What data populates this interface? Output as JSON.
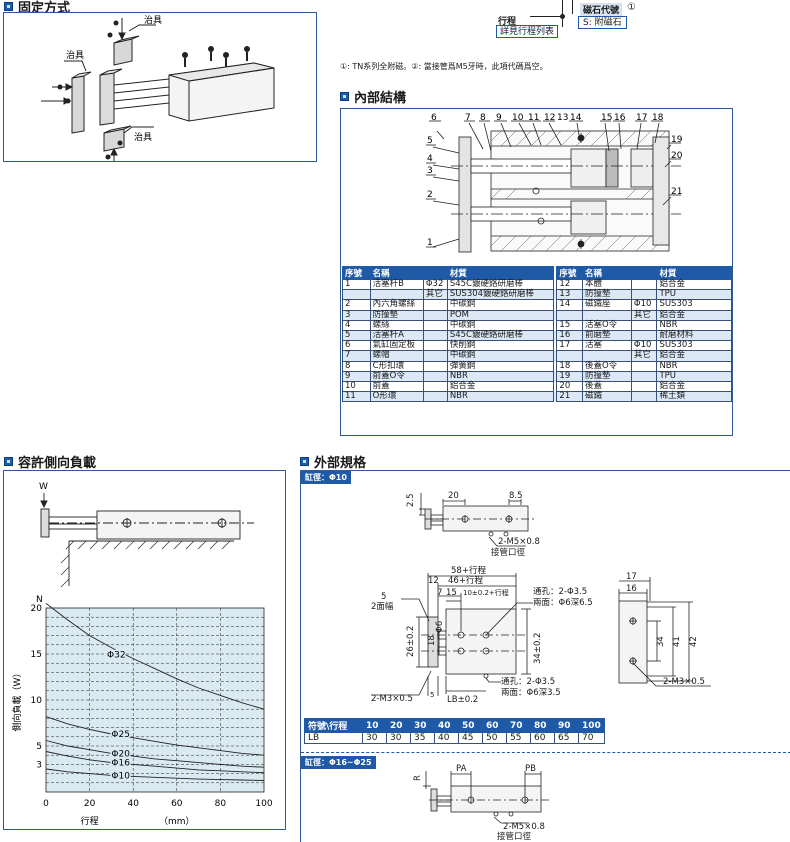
{
  "mounting": {
    "title": "固定方式",
    "jig_label": "治具"
  },
  "code_legend": {
    "stroke_label": "行程",
    "stroke_note": "詳見行程列表",
    "magnet_label": "磁石代號",
    "magnet_marker": "①",
    "magnet_value": "S: 附磁石"
  },
  "footnote": "①: TN系列全附磁。②: 當接管爲M5牙時，此項代碼爲空。",
  "internal": {
    "title": "內部結構",
    "callouts": [
      "1",
      "2",
      "3",
      "4",
      "5",
      "6",
      "7",
      "8",
      "9",
      "10",
      "11",
      "12",
      "13",
      "14",
      "15",
      "16",
      "17",
      "18",
      "19",
      "20",
      "21"
    ],
    "headers": [
      "序號",
      "名稱",
      "材質"
    ],
    "left_rows": [
      {
        "no": "1",
        "name": "活塞杆B",
        "sub": "Φ32",
        "mat": "S45C鍍硬鉻研磨棒"
      },
      {
        "no": "",
        "name": "",
        "sub": "其它",
        "mat": "SUS304鍍硬鉻研磨棒"
      },
      {
        "no": "2",
        "name": "內六角螺絲",
        "sub": "",
        "mat": "中碳鋼"
      },
      {
        "no": "3",
        "name": "防撞墊",
        "sub": "",
        "mat": "POM"
      },
      {
        "no": "4",
        "name": "螺絲",
        "sub": "",
        "mat": "中碳鋼"
      },
      {
        "no": "5",
        "name": "活塞杆A",
        "sub": "",
        "mat": "S45C鍍硬鉻研磨棒"
      },
      {
        "no": "6",
        "name": "氣缸固定板",
        "sub": "",
        "mat": "快削鋼"
      },
      {
        "no": "7",
        "name": "螺帽",
        "sub": "",
        "mat": "中碳鋼"
      },
      {
        "no": "8",
        "name": "C形扣環",
        "sub": "",
        "mat": "彈簧鋼"
      },
      {
        "no": "9",
        "name": "前蓋O令",
        "sub": "",
        "mat": "NBR"
      },
      {
        "no": "10",
        "name": "前蓋",
        "sub": "",
        "mat": "鋁合金"
      },
      {
        "no": "11",
        "name": "O形環",
        "sub": "",
        "mat": "NBR"
      }
    ],
    "right_rows": [
      {
        "no": "12",
        "name": "本體",
        "sub": "",
        "mat": "鋁合金"
      },
      {
        "no": "13",
        "name": "防撞墊",
        "sub": "",
        "mat": "TPU"
      },
      {
        "no": "14",
        "name": "磁鐵座",
        "sub": "Φ10",
        "mat": "SUS303"
      },
      {
        "no": "",
        "name": "",
        "sub": "其它",
        "mat": "鋁合金"
      },
      {
        "no": "15",
        "name": "活塞O令",
        "sub": "",
        "mat": "NBR"
      },
      {
        "no": "16",
        "name": "前磨墊",
        "sub": "",
        "mat": "耐磨材料"
      },
      {
        "no": "17",
        "name": "活塞",
        "sub": "Φ10",
        "mat": "SUS303"
      },
      {
        "no": "",
        "name": "",
        "sub": "其它",
        "mat": "鋁合金"
      },
      {
        "no": "18",
        "name": "後蓋O令",
        "sub": "",
        "mat": "NBR"
      },
      {
        "no": "19",
        "name": "防撞墊",
        "sub": "",
        "mat": "TPU"
      },
      {
        "no": "20",
        "name": "後蓋",
        "sub": "",
        "mat": "鋁合金"
      },
      {
        "no": "21",
        "name": "磁鐵",
        "sub": "",
        "mat": "稀土類"
      }
    ]
  },
  "load": {
    "title": "容許側向負載",
    "w_label": "W",
    "n_label": "N",
    "ylabel": "側向負載（W）",
    "xlabel": "行程",
    "xunit": "（mm）"
  },
  "chart_data": {
    "type": "line",
    "xlabel": "行程",
    "ylabel": "側向負載（W）",
    "xlim": [
      0,
      100
    ],
    "ylim": [
      0,
      20
    ],
    "xticks": [
      0,
      20,
      40,
      60,
      80,
      100
    ],
    "yticks": [
      3,
      5,
      10,
      15,
      20
    ],
    "grid": true,
    "series": [
      {
        "name": "Φ32",
        "x": [
          0,
          10,
          20,
          30,
          40,
          50,
          60,
          70,
          80,
          90,
          100
        ],
        "y": [
          20.5,
          18.7,
          17.0,
          15.7,
          14.5,
          13.4,
          12.3,
          11.3,
          10.5,
          9.7,
          9.0
        ]
      },
      {
        "name": "Φ25",
        "x": [
          0,
          10,
          20,
          30,
          40,
          50,
          60,
          70,
          80,
          90,
          100
        ],
        "y": [
          8.2,
          7.4,
          6.8,
          6.3,
          5.9,
          5.5,
          5.1,
          4.8,
          4.5,
          4.2,
          4.0
        ]
      },
      {
        "name": "Φ20",
        "x": [
          0,
          10,
          20,
          30,
          40,
          50,
          60,
          70,
          80,
          90,
          100
        ],
        "y": [
          5.6,
          5.0,
          4.6,
          4.2,
          3.9,
          3.6,
          3.4,
          3.2,
          3.0,
          2.8,
          2.7
        ]
      },
      {
        "name": "Φ16",
        "x": [
          0,
          10,
          20,
          30,
          40,
          50,
          60,
          70,
          80,
          90,
          100
        ],
        "y": [
          4.4,
          3.9,
          3.5,
          3.2,
          3.0,
          2.8,
          2.6,
          2.4,
          2.3,
          2.2,
          2.1
        ]
      },
      {
        "name": "Φ10",
        "x": [
          0,
          10,
          20,
          30,
          40,
          50,
          60,
          70,
          80,
          90,
          100
        ],
        "y": [
          2.5,
          2.2,
          2.0,
          1.8,
          1.7,
          1.6,
          1.5,
          1.4,
          1.35,
          1.3,
          1.25
        ]
      }
    ]
  },
  "external": {
    "title": "外部規格",
    "bore1": "缸徑：Φ10",
    "bore2": "缸徑：Φ16~Φ25",
    "dims_top": [
      "2.5",
      "20",
      "8.5"
    ],
    "port_note": "2-M5×0.8",
    "port_note2": "接管口徑",
    "dim_58": "58+行程",
    "dim_46": "46+行程",
    "dim_12": "12",
    "dim_7": "7",
    "dim_15": "15",
    "dim_10s": "10±0.2+行程",
    "dim_5": "5",
    "chamfer": "2面幅",
    "dim_26": "26±0.2",
    "dim_18": "18",
    "dim_6": "Φ6",
    "dim_34": "34±0.2",
    "m3": "2-M3×0.5",
    "dim_5b": "5",
    "dim_lb": "LB±0.2",
    "thru1": "通孔：2-Φ3.5",
    "face1": "兩面：Φ6深6.5",
    "thru2": "通孔：2-Φ3.5",
    "face2": "兩面：Φ6深3.5",
    "side_dims": [
      "17",
      "16",
      "34",
      "41",
      "42"
    ],
    "side_m3": "2-M3×0.5",
    "r_label": "R",
    "pa": "PA",
    "pb": "PB",
    "port2": "2-M5×0.8",
    "port2b": "接管口徑"
  },
  "stroke_table": {
    "headers": [
      "符號\\行程",
      "10",
      "20",
      "30",
      "40",
      "50",
      "60",
      "70",
      "80",
      "90",
      "100"
    ],
    "row": [
      "LB",
      "30",
      "30",
      "35",
      "40",
      "45",
      "50",
      "55",
      "60",
      "65",
      "70"
    ]
  }
}
